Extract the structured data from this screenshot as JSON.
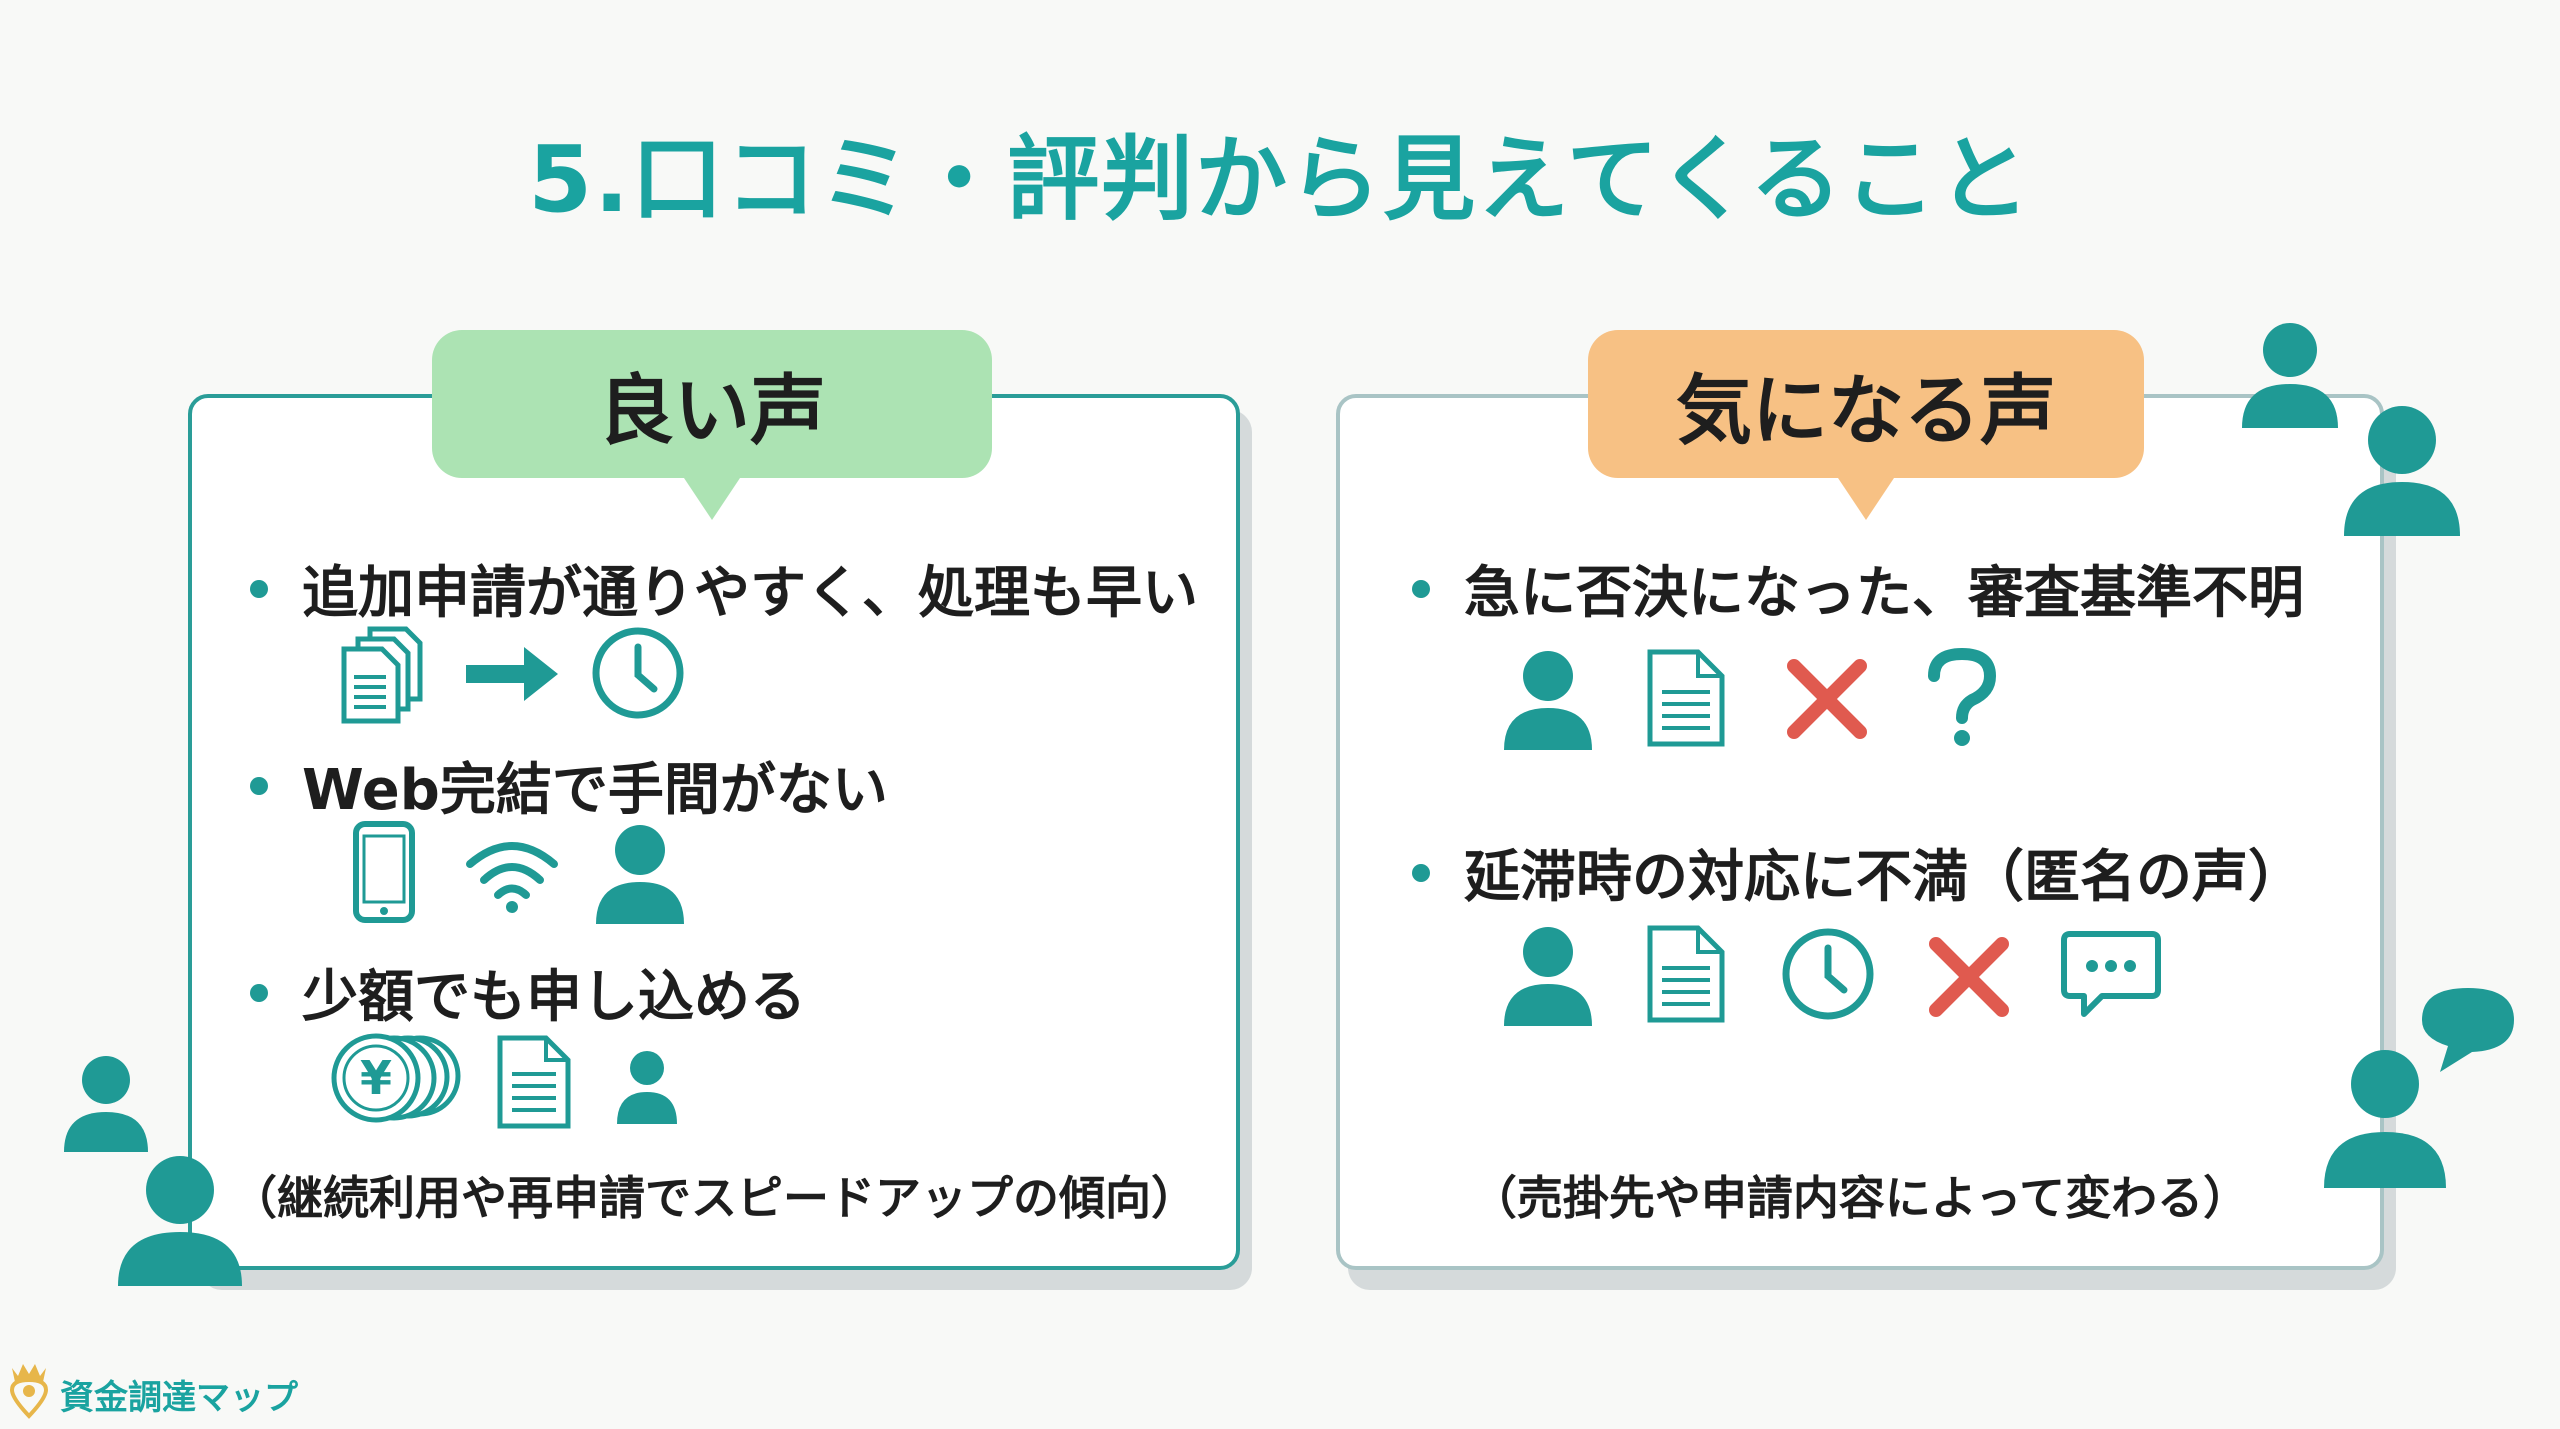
{
  "title": "5.口コミ・評判から見えてくること",
  "good_panel": {
    "heading": "良い声",
    "items": [
      {
        "text": "追加申請が通りやすく、処理も早い",
        "icons": [
          "documents-icon",
          "arrow-right-icon",
          "clock-icon"
        ]
      },
      {
        "text": "Web完結で手間がない",
        "icons": [
          "smartphone-icon",
          "wifi-icon",
          "person-icon"
        ]
      },
      {
        "text": "少額でも申し込める",
        "icons": [
          "yen-coins-icon",
          "document-icon",
          "person-icon"
        ]
      }
    ],
    "note": "（継続利用や再申請でスピードアップの傾向）"
  },
  "concern_panel": {
    "heading": "気になる声",
    "items": [
      {
        "text": "急に否決になった、審査基準不明",
        "icons": [
          "person-icon",
          "document-icon",
          "cross-icon",
          "question-icon"
        ]
      },
      {
        "text": "延滞時の対応に不満（匿名の声）",
        "icons": [
          "person-icon",
          "document-icon",
          "clock-icon",
          "cross-icon",
          "speech-bubble-icon"
        ]
      }
    ],
    "note": "（売掛先や申請内容によって変わる）"
  },
  "brand": {
    "name": "資金調達マップ"
  },
  "colors": {
    "teal": "#1f9a95",
    "title": "#1aa3a0",
    "good_tab": "#ace3b3",
    "concern_tab": "#f7c184",
    "cross": "#e05a4f"
  }
}
